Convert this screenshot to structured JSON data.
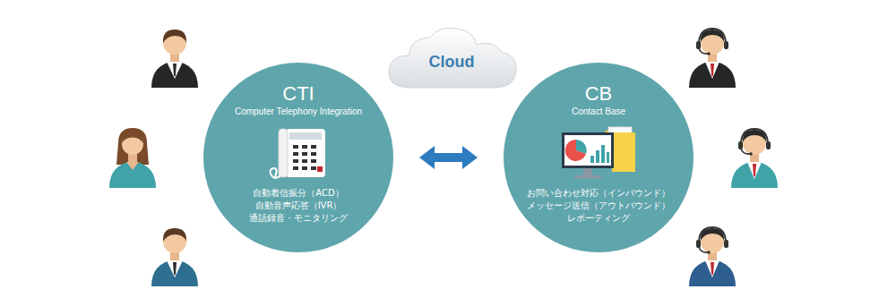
{
  "diagram": {
    "nodes": [
      {
        "text": [
          "Cloud"
        ]
      },
      {
        "text": [
          "CTI",
          "Computer Telephony Integration",
          "自動着信振分（ACD）",
          "自動音声応答（IVR）",
          "通話録音・モニタリング"
        ]
      },
      {
        "text": [
          "CB",
          "Contact Base",
          "お問い合わせ対応（インバウンド）",
          "メッセージ送信（アウトバウンド）",
          "レポーティング"
        ]
      }
    ],
    "edges": [
      {
        "from": 1,
        "to": 2,
        "arrow": "both"
      }
    ]
  }
}
